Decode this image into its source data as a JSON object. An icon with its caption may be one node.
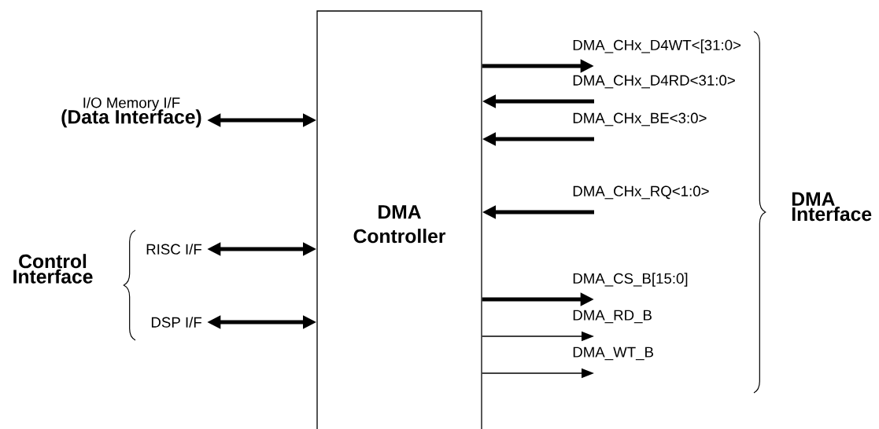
{
  "diagram": {
    "nodes": [
      {
        "text": [
          "DMA Controller"
        ]
      },
      {
        "text": [
          "I/O Memory I/F",
          "(Data Interface)"
        ]
      },
      {
        "text": [
          "RISC I/F"
        ]
      },
      {
        "text": [
          "DSP I/F"
        ]
      }
    ],
    "edges": [
      {
        "from": 1,
        "to": 0,
        "arrow": "both"
      },
      {
        "from": 2,
        "to": 0,
        "arrow": "both"
      },
      {
        "from": 3,
        "to": 0,
        "arrow": "both"
      },
      {
        "from": 0,
        "to": null,
        "arrow": "to",
        "label": "DMA_CHx_D4WT<[31:0>"
      },
      {
        "from": null,
        "to": 0,
        "arrow": "to",
        "label": "DMA_CHx_D4RD<31:0>"
      },
      {
        "from": null,
        "to": 0,
        "arrow": "to",
        "label": "DMA_CHx_BE<3:0>"
      },
      {
        "from": null,
        "to": 0,
        "arrow": "to",
        "label": "DMA_CHx_RQ<1:0>"
      },
      {
        "from": 0,
        "to": null,
        "arrow": "to",
        "label": "DMA_CS_B[15:0]"
      },
      {
        "from": 0,
        "to": null,
        "arrow": "to",
        "label": "DMA_RD_B"
      },
      {
        "from": 0,
        "to": null,
        "arrow": "to",
        "label": "DMA_WT_B"
      }
    ],
    "labels": [
      "Control Interface",
      "DMA Interface"
    ]
  }
}
